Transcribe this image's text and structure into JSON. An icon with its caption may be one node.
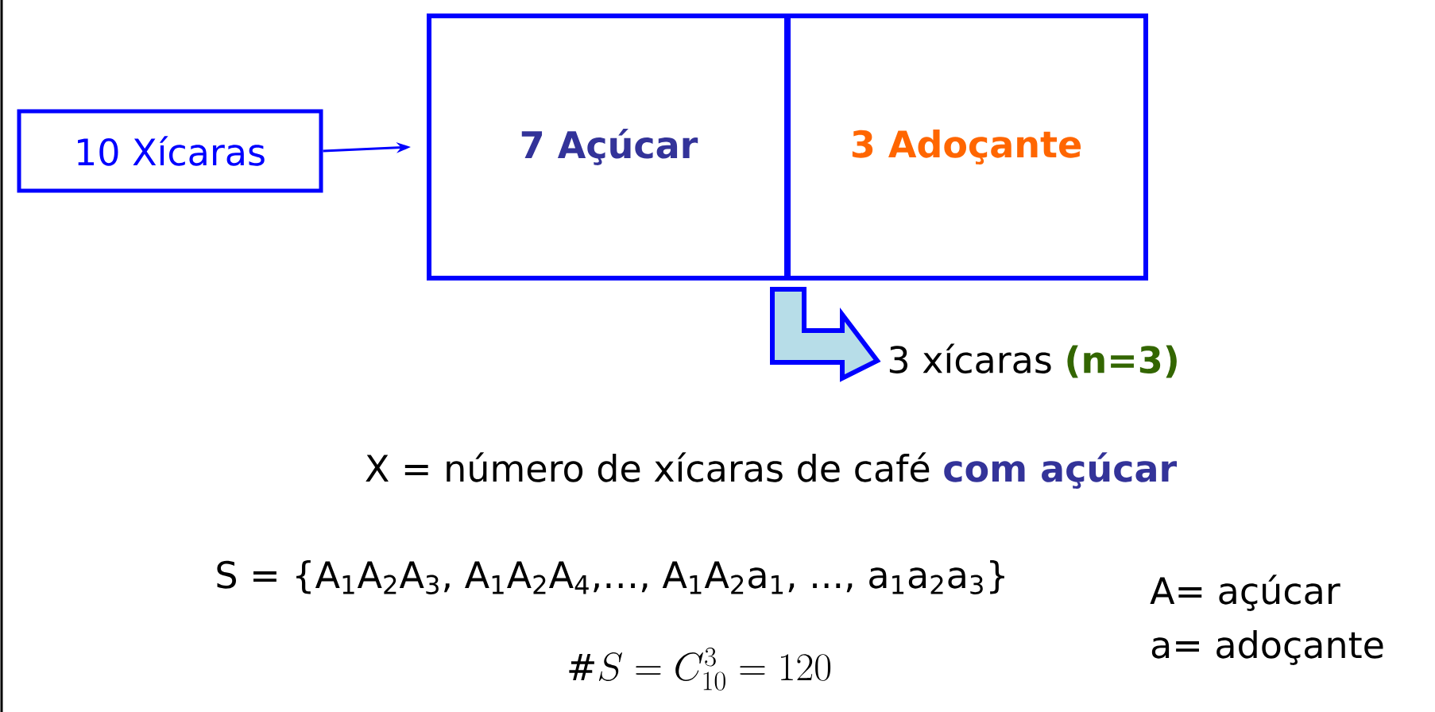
{
  "diagram": {
    "nodes": [
      {
        "text": [
          "10 Xícaras"
        ]
      },
      {
        "text": [
          "7 Açúcar"
        ]
      },
      {
        "text": [
          "3 Adoçante"
        ]
      },
      {
        "text": [
          "3 xícaras",
          "(n=3)"
        ]
      }
    ],
    "edges": [
      {
        "from": 0,
        "to": 1,
        "arrow": "to"
      },
      {
        "from": null,
        "to": 3,
        "arrow": "to",
        "style": "thick"
      }
    ],
    "labels": [
      "X = número de xícaras de café",
      "com açúcar",
      "S = {A$_{1}$A$_{2}$A$_{3}$, A$_{1}$A$_{2}$A$_{4}$,…, A$_{1}$A$_{2}$a$_{1}$, ..., a$_{1}$a$_{2}$a$_{3}$}",
      "\\#S = C_{10}^{3} = 120",
      "A= açúcar",
      "a= adoçante"
    ]
  }
}
